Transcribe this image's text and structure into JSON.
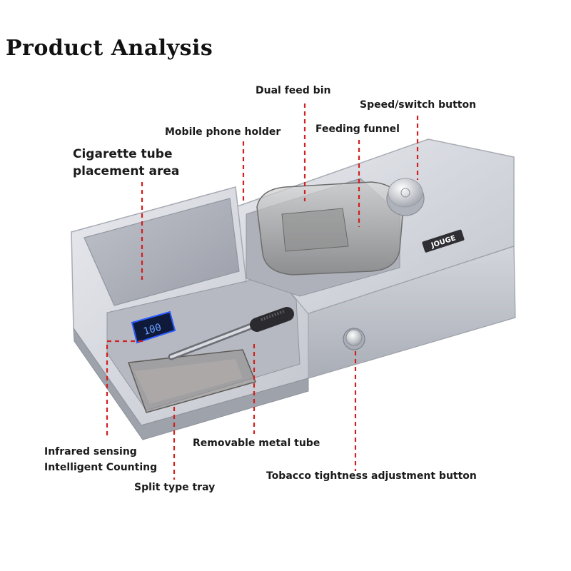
{
  "title": "Product Analysis",
  "labels": {
    "dual_feed_bin": "Dual feed bin",
    "speed_switch_button": "Speed/switch button",
    "mobile_phone_holder": "Mobile phone holder",
    "feeding_funnel": "Feeding funnel",
    "tube_area_line1": "Cigarette tube",
    "tube_area_line2": "placement area",
    "infrared_line1": "Infrared sensing",
    "infrared_line2": "Intelligent Counting",
    "removable_metal_tube": "Removable metal tube",
    "tobacco_tightness": "Tobacco tightness adjustment button",
    "split_type_tray": "Split type tray"
  },
  "device": {
    "brand": "JOUGE",
    "display": "100"
  },
  "colors": {
    "leader_line": "#d21f1f",
    "body_silver": "#c9ccd3",
    "display_blue": "#2a5cff"
  }
}
